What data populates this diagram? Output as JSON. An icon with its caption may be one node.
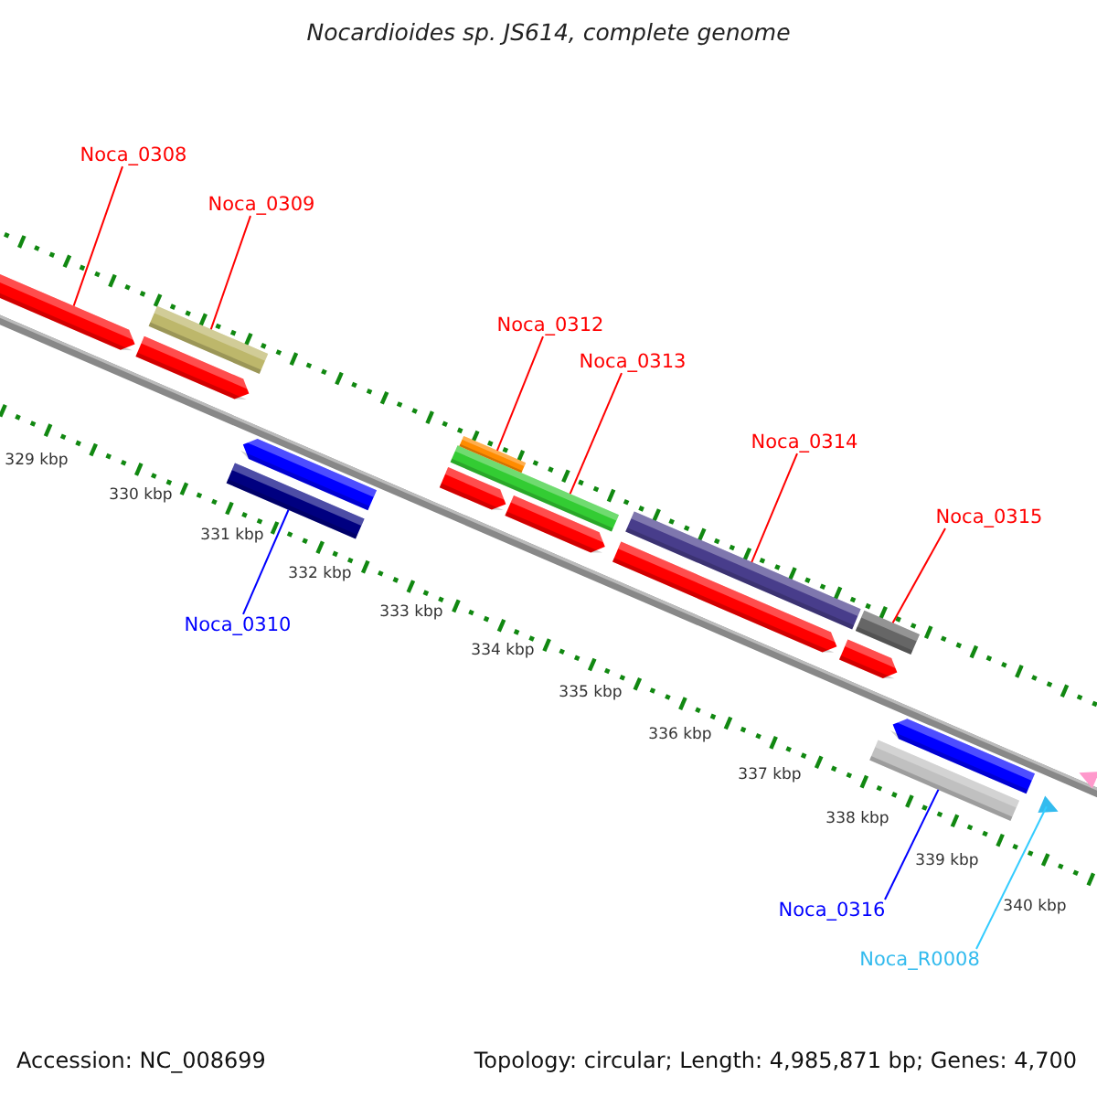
{
  "diagram": {
    "title": "Nocardioides sp. JS614, complete genome",
    "nodes": [
      {
        "text": [
          "Noca_0308"
        ]
      },
      {
        "text": [
          "Noca_0309"
        ]
      },
      {
        "text": [
          "Noca_0312"
        ]
      },
      {
        "text": [
          "Noca_0313"
        ]
      },
      {
        "text": [
          "Noca_0314"
        ]
      },
      {
        "text": [
          "Noca_0315"
        ]
      },
      {
        "text": [
          "Noca_0310"
        ]
      },
      {
        "text": [
          "Noca_0316"
        ]
      },
      {
        "text": [
          "Noca_R0008"
        ]
      },
      {
        "text": [],
        "shape": "arrow"
      },
      {
        "text": [],
        "shape": "bar"
      },
      {
        "text": [],
        "shape": "bar"
      },
      {
        "text": [],
        "shape": "bar"
      },
      {
        "text": [],
        "shape": "bar"
      },
      {
        "text": [],
        "shape": "bar"
      },
      {
        "text": [],
        "shape": "bar"
      },
      {
        "text": [],
        "shape": "bar"
      },
      {
        "text": [],
        "shape": "triangle"
      }
    ],
    "edges": [
      {
        "from": 0,
        "to": 9,
        "arrow": "none"
      },
      {
        "from": 1,
        "to": 10,
        "arrow": "none"
      },
      {
        "from": 2,
        "to": 11,
        "arrow": "none"
      },
      {
        "from": 3,
        "to": 12,
        "arrow": "none"
      },
      {
        "from": 4,
        "to": 13,
        "arrow": "none"
      },
      {
        "from": 5,
        "to": 14,
        "arrow": "none"
      },
      {
        "from": 6,
        "to": 15,
        "arrow": "none",
        "color": "#0000ff"
      },
      {
        "from": 7,
        "to": 16,
        "arrow": "none",
        "color": "#0000ff"
      },
      {
        "from": 8,
        "to": 17,
        "arrow": "none",
        "color": "#33ccff"
      }
    ],
    "labels": [
      "329 kbp",
      "330 kbp",
      "331 kbp",
      "332 kbp",
      "333 kbp",
      "334 kbp",
      "335 kbp",
      "336 kbp",
      "337 kbp",
      "338 kbp",
      "339 kbp",
      "340 kbp",
      "Accession: NC_008699",
      "Topology: circular; Length: 4,985,871 bp; Genes: 4,700"
    ]
  }
}
